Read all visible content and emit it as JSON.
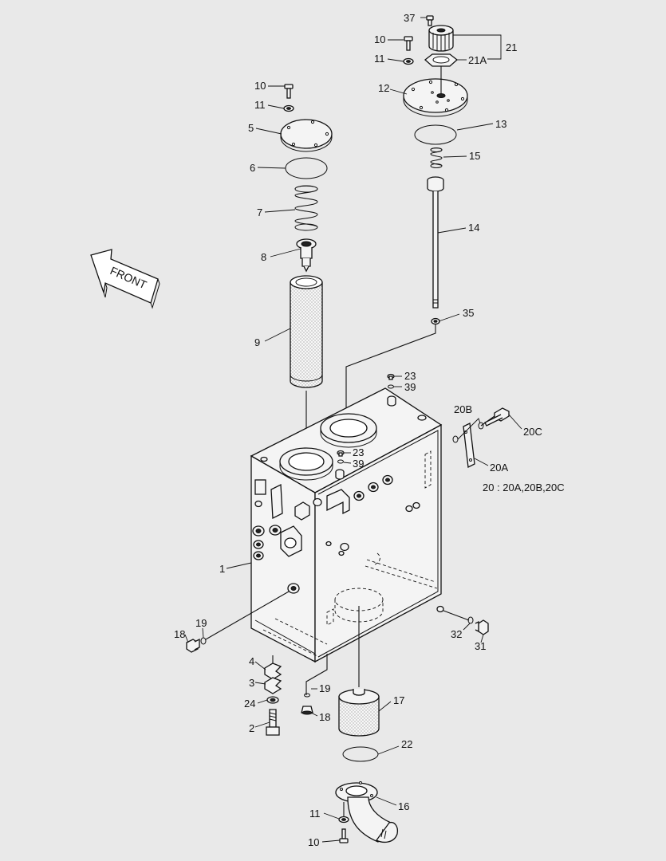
{
  "direction_label": "FRONT",
  "note": "20 : 20A,20B,20C",
  "callouts": [
    {
      "id": "c37",
      "text": "37"
    },
    {
      "id": "c21",
      "text": "21"
    },
    {
      "id": "c21a",
      "text": "21A"
    },
    {
      "id": "c10a",
      "text": "10"
    },
    {
      "id": "c11a",
      "text": "11"
    },
    {
      "id": "c12",
      "text": "12"
    },
    {
      "id": "c13",
      "text": "13"
    },
    {
      "id": "c15",
      "text": "15"
    },
    {
      "id": "c14",
      "text": "14"
    },
    {
      "id": "c35",
      "text": "35"
    },
    {
      "id": "c10b",
      "text": "10"
    },
    {
      "id": "c11b",
      "text": "11"
    },
    {
      "id": "c5",
      "text": "5"
    },
    {
      "id": "c6",
      "text": "6"
    },
    {
      "id": "c7",
      "text": "7"
    },
    {
      "id": "c8",
      "text": "8"
    },
    {
      "id": "c9",
      "text": "9"
    },
    {
      "id": "c23a",
      "text": "23"
    },
    {
      "id": "c39a",
      "text": "39"
    },
    {
      "id": "c23b",
      "text": "23"
    },
    {
      "id": "c39b",
      "text": "39"
    },
    {
      "id": "c20b",
      "text": "20B"
    },
    {
      "id": "c20c",
      "text": "20C"
    },
    {
      "id": "c20a",
      "text": "20A"
    },
    {
      "id": "c1",
      "text": "1"
    },
    {
      "id": "c19a",
      "text": "19"
    },
    {
      "id": "c18a",
      "text": "18"
    },
    {
      "id": "c32",
      "text": "32"
    },
    {
      "id": "c31",
      "text": "31"
    },
    {
      "id": "c4",
      "text": "4"
    },
    {
      "id": "c3",
      "text": "3"
    },
    {
      "id": "c24",
      "text": "24"
    },
    {
      "id": "c2",
      "text": "2"
    },
    {
      "id": "c19b",
      "text": "19"
    },
    {
      "id": "c18b",
      "text": "18"
    },
    {
      "id": "c17",
      "text": "17"
    },
    {
      "id": "c22",
      "text": "22"
    },
    {
      "id": "c16",
      "text": "16"
    },
    {
      "id": "c11c",
      "text": "11"
    },
    {
      "id": "c10c",
      "text": "10"
    }
  ]
}
